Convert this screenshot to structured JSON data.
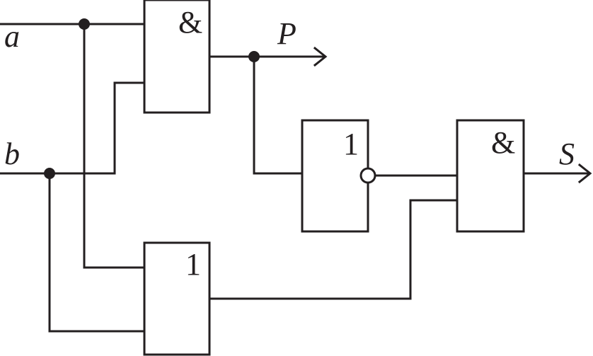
{
  "colors": {
    "ink": "#231f20",
    "background": "#ffffff"
  },
  "inputs": {
    "a": "a",
    "b": "b"
  },
  "outputs": {
    "p": "P",
    "s": "S"
  },
  "gates": {
    "and_top": {
      "symbol": "&"
    },
    "not_mid": {
      "symbol": "1"
    },
    "and_right": {
      "symbol": "&"
    },
    "or_bottom": {
      "symbol": "1"
    }
  }
}
